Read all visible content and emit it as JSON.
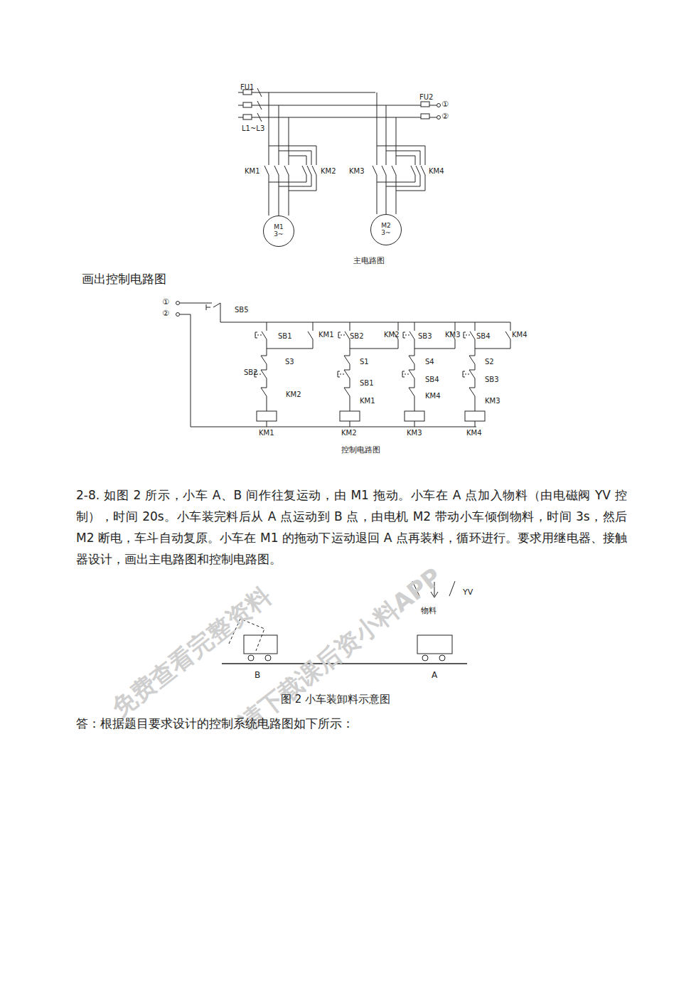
{
  "diagram": {
    "caption": "图 2  小车装卸料示意图",
    "nodes": [
      {
        "text": [
          "M1 3~"
        ]
      },
      {
        "text": [
          "M2 3~"
        ]
      }
    ],
    "labels": [
      "FU1",
      "L1~L3",
      "FU2",
      "①",
      "②",
      "KM1",
      "KM2",
      "KM3",
      "KM4",
      "主电路图",
      "画出控制电路图",
      "①",
      "②",
      "SB5",
      "SB1",
      "KM1",
      "SB2",
      "KM2",
      "SB3",
      "KM3",
      "SB4",
      "KM4",
      "S3",
      "SB2",
      "KM2",
      "S1",
      "SB1",
      "KM1",
      "S4",
      "SB4",
      "KM4",
      "S2",
      "SB3",
      "KM3",
      "KM1",
      "KM2",
      "KM3",
      "KM4",
      "控制电路图",
      "2-8. 如图 2 所示，小车 A、B 间作往复运动，由 M1 拖动。小车在 A 点加入物料（由电磁阀 YV 控制），时间 20s。小车装完料后从 A 点运动到 B 点，由电机 M2 带动小车倾倒物料，时间 3s，然后 M2 断电，车斗自动复原。小车在 M1 的拖动下运动退回 A 点再装料，循环进行。要求用继电器、接触器设计，画出主电路图和控制电路图。",
      "YV",
      "物料",
      "B",
      "A",
      "答：根据题目要求设计的控制系统电路图如下所示：",
      "免费查看完整资料",
      "请下载课后资小料APP"
    ]
  }
}
